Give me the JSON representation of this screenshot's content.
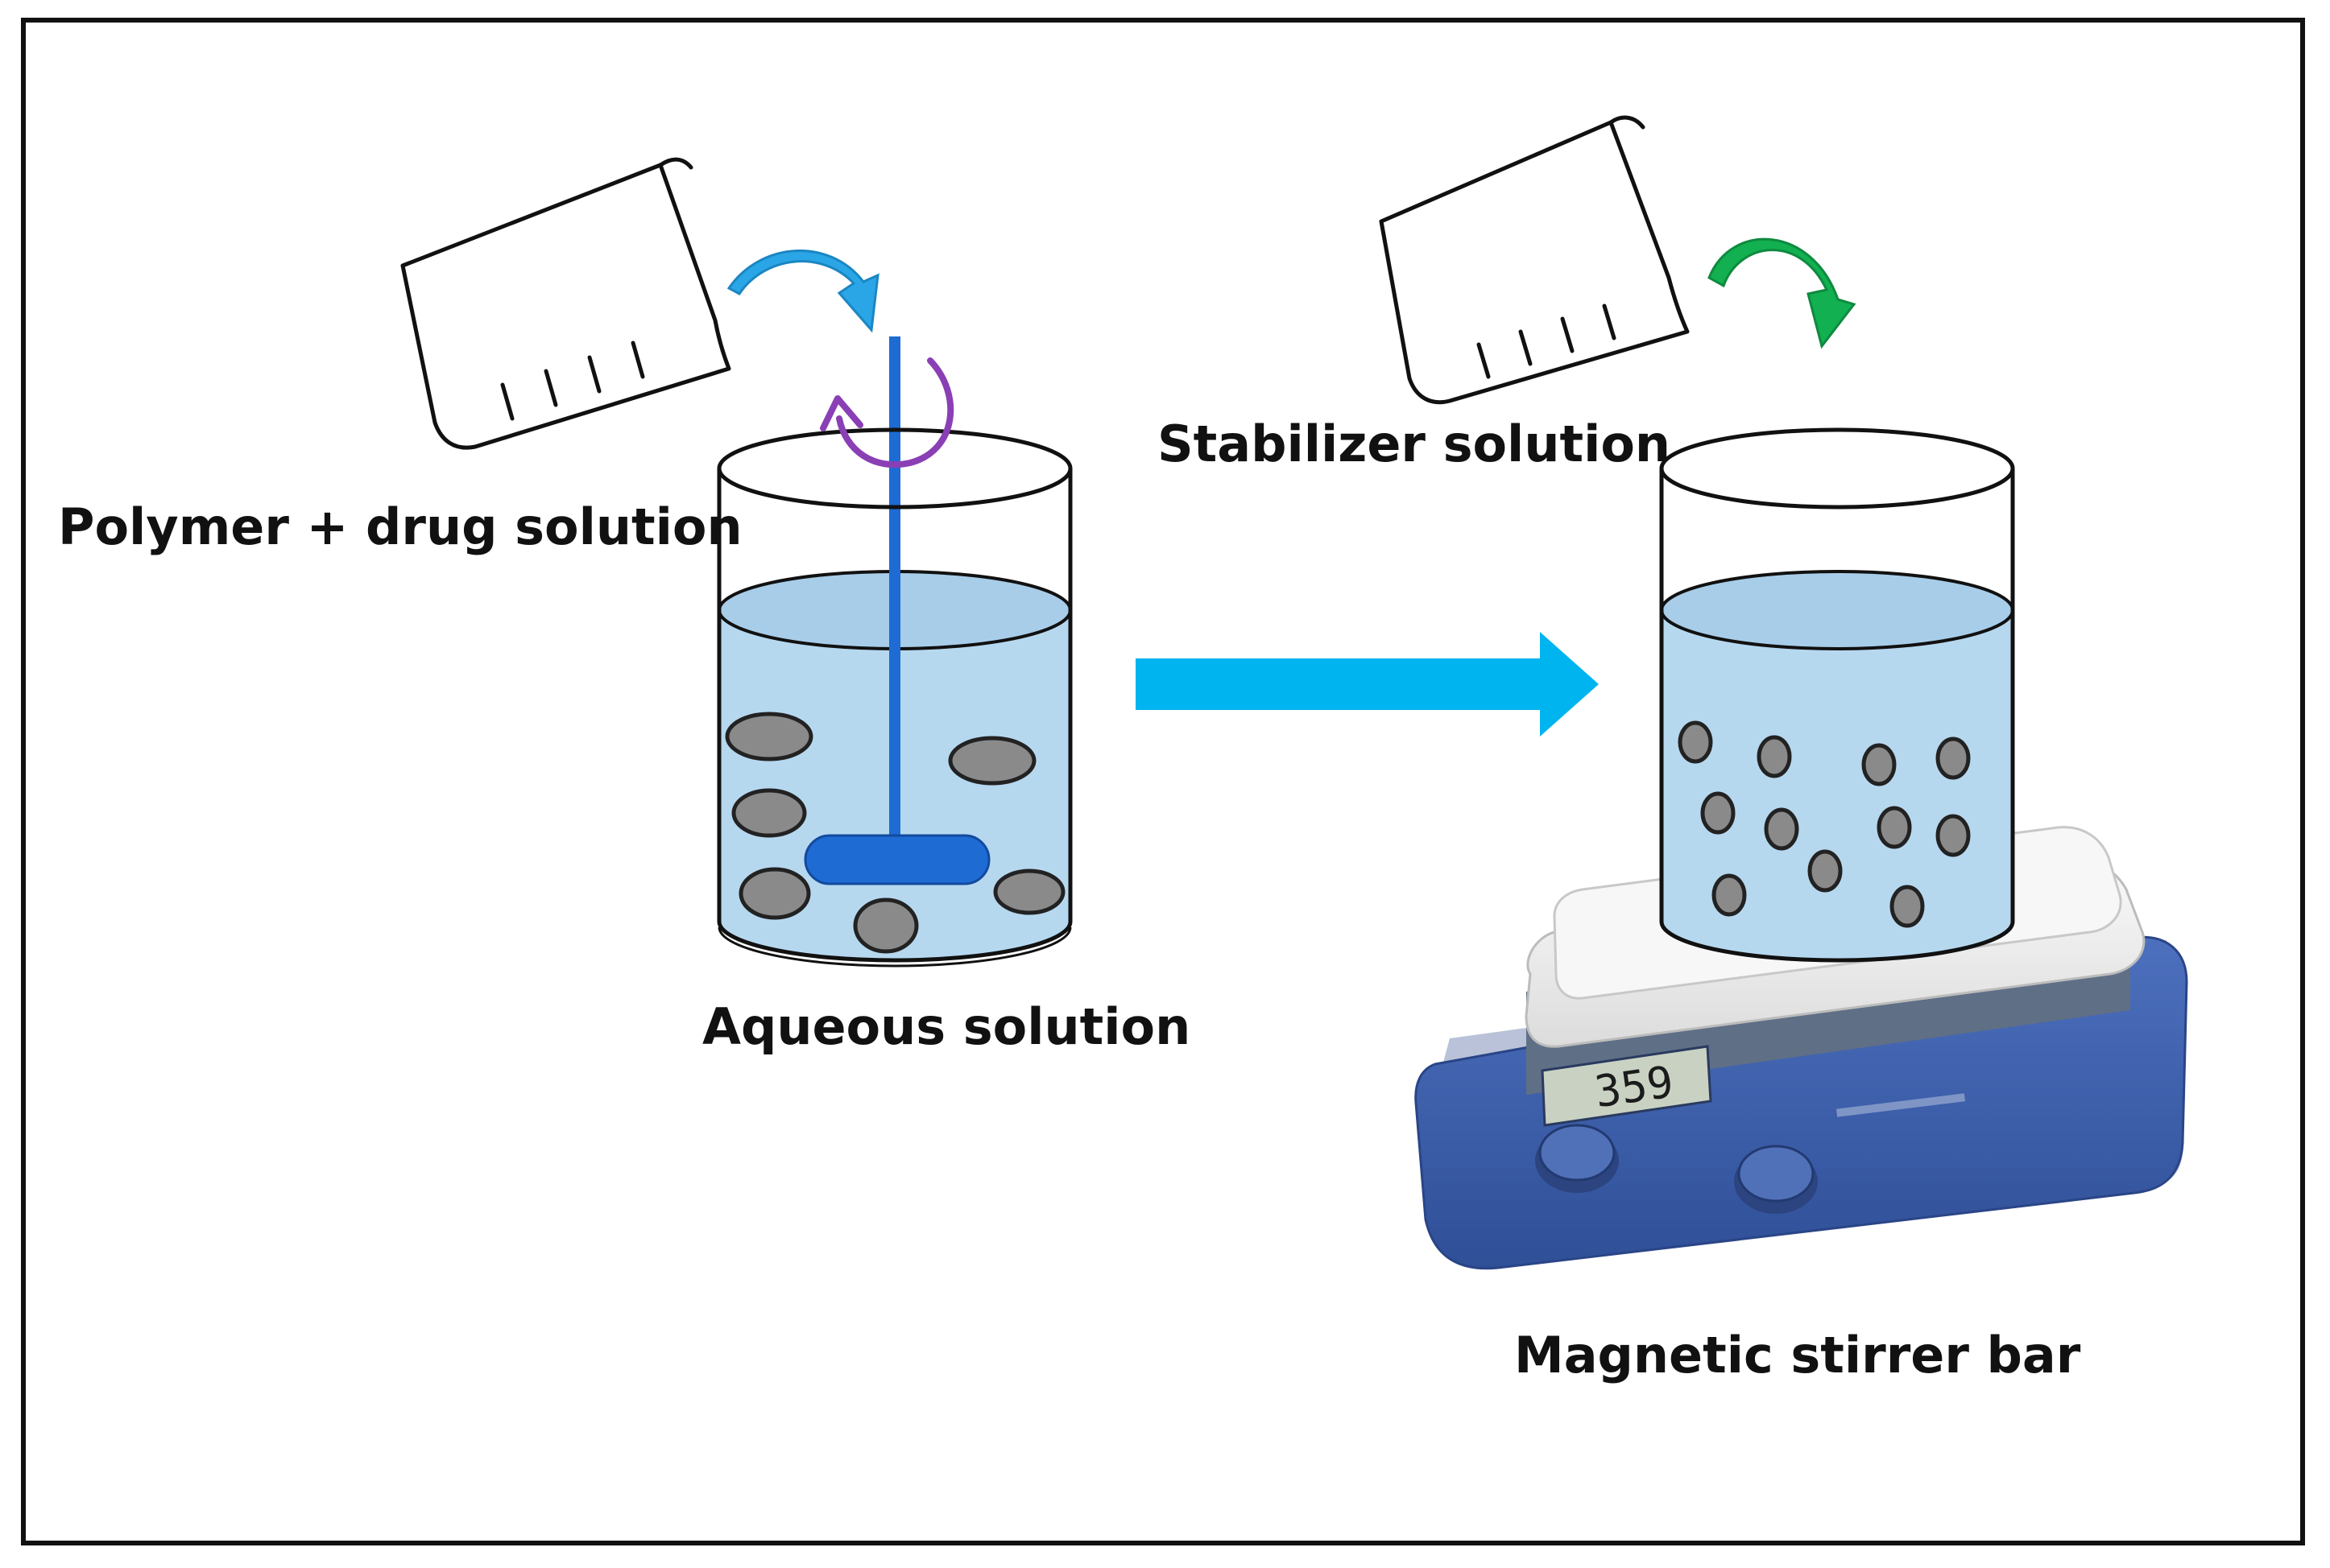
{
  "labels": {
    "polymer_drug": "Polymer + drug solution",
    "stabilizer": "Stabilizer solution",
    "aqueous": "Aqueous solution",
    "stirrer": "Magnetic stirrer bar"
  },
  "device": {
    "display_reading": "359"
  },
  "colors": {
    "liquid": "#b6d8ef",
    "liquid_surface": "#a8cde9",
    "particle": "#8a8a8a",
    "stirrer_rod": "#1e6bd4",
    "transfer_arrow": "#00b4ef",
    "pour_arrow_left": "#2aa6e6",
    "pour_arrow_right": "#12b050",
    "rotation_arrow": "#8a3fb5",
    "device_body": "#3f62b0",
    "device_plate": "#f2f2f2"
  },
  "icons": [
    "pouring-beaker-icon",
    "curved-arrow-icon",
    "rotation-arrow-icon",
    "beaker-icon",
    "stirring-rod-icon",
    "right-arrow-icon",
    "hotplate-stirrer-icon"
  ]
}
